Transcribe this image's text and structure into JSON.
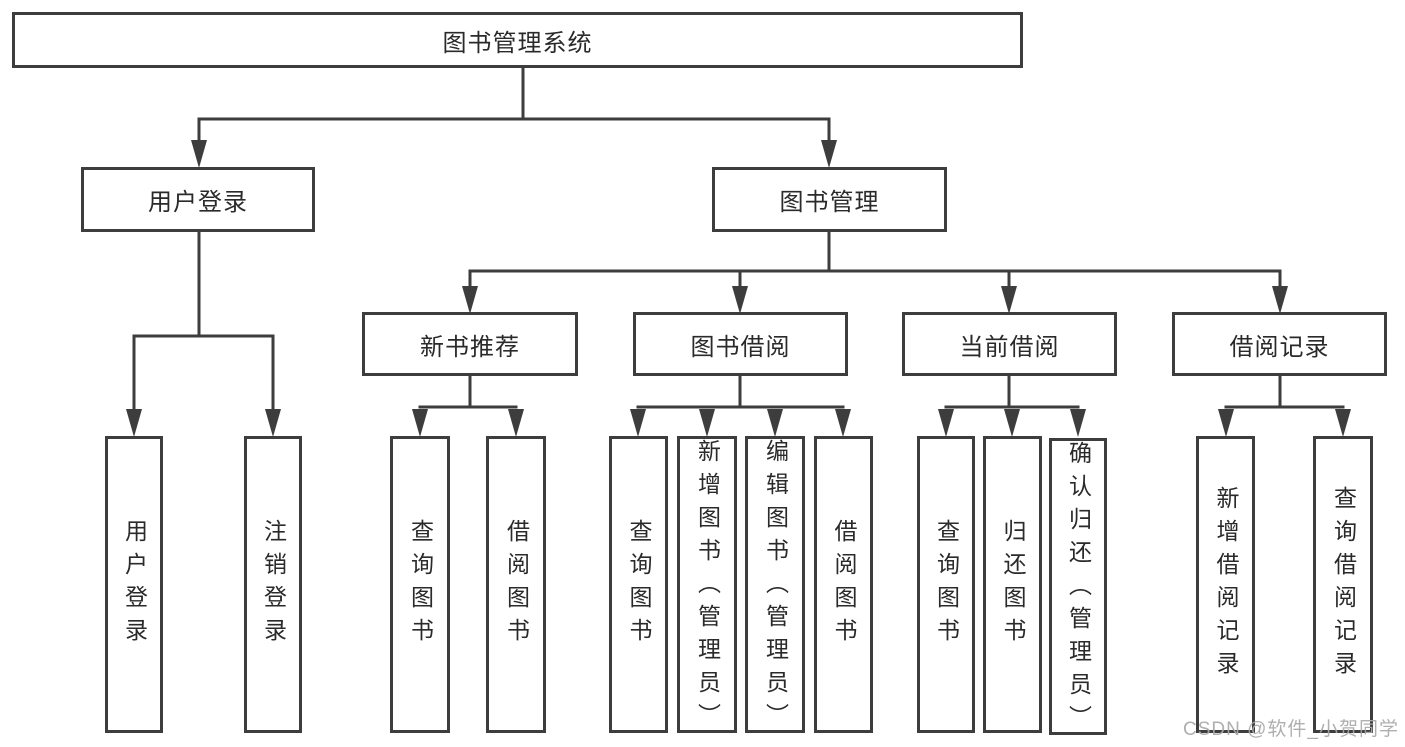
{
  "tree": {
    "label": "图书管理系统",
    "children": [
      {
        "label": "用户登录",
        "children": [
          {
            "label": "用户登录"
          },
          {
            "label": "注销登录"
          }
        ]
      },
      {
        "label": "图书管理",
        "children": [
          {
            "label": "新书推荐",
            "children": [
              {
                "label": "查询图书"
              },
              {
                "label": "借阅图书"
              }
            ]
          },
          {
            "label": "图书借阅",
            "children": [
              {
                "label": "查询图书"
              },
              {
                "label": "新增图书（管理员）"
              },
              {
                "label": "编辑图书（管理员）"
              },
              {
                "label": "借阅图书"
              }
            ]
          },
          {
            "label": "当前借阅",
            "children": [
              {
                "label": "查询图书"
              },
              {
                "label": "归还图书"
              },
              {
                "label": "确认归还（管理员）"
              }
            ]
          },
          {
            "label": "借阅记录",
            "children": [
              {
                "label": "新增借阅记录"
              },
              {
                "label": "查询借阅记录"
              }
            ]
          }
        ]
      }
    ]
  },
  "watermark": {
    "text": "CSDN @软件_小贺同学"
  },
  "colors": {
    "line": "#3d3d3d",
    "text": "#2a2a2a",
    "watermark": "#a8a8a8"
  }
}
